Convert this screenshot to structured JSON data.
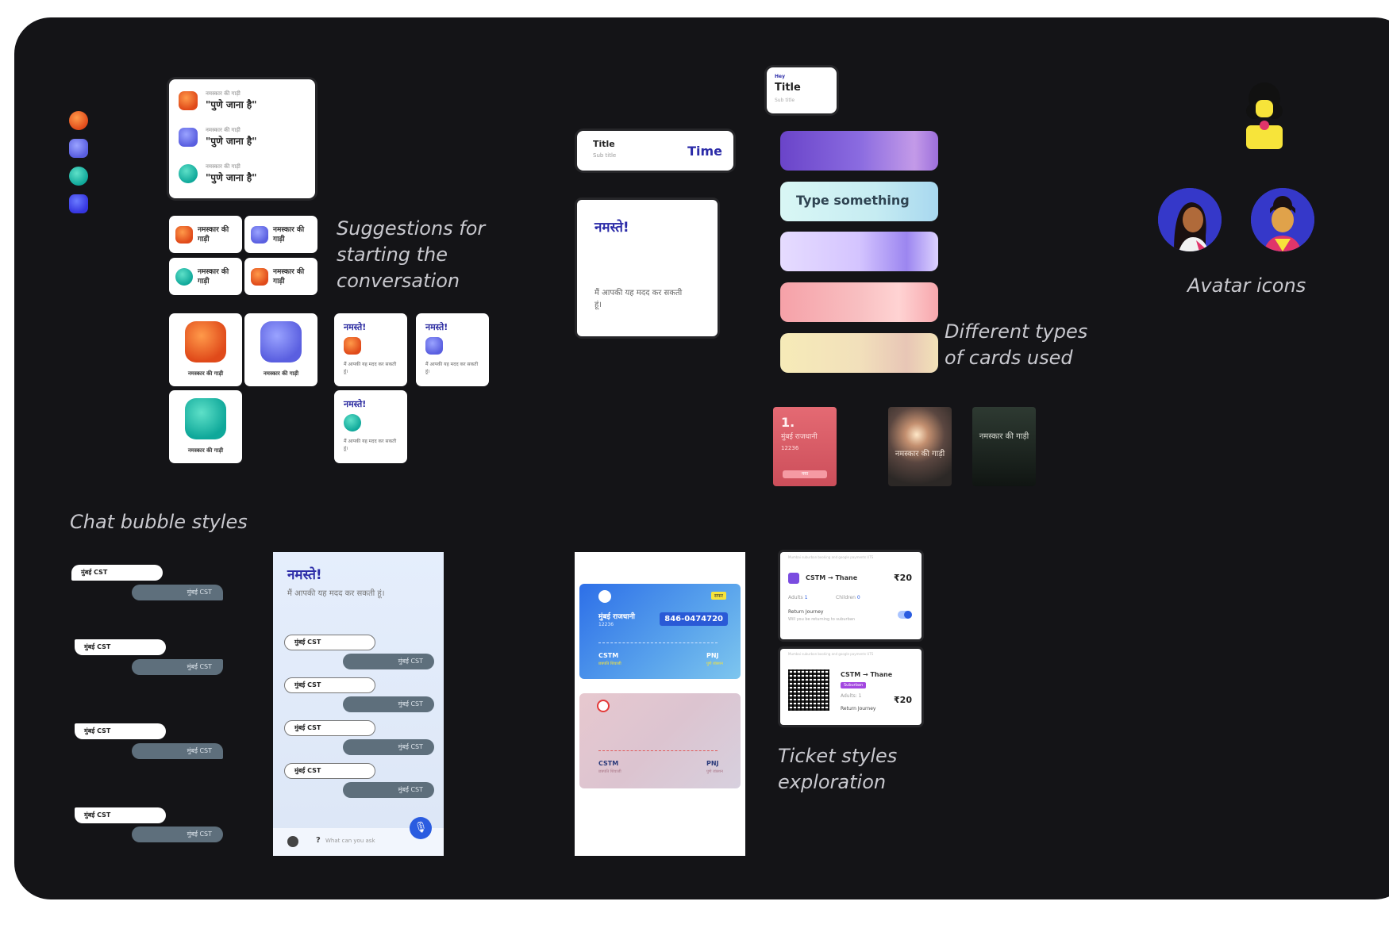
{
  "captions": {
    "suggestions": "Suggestions for\nstarting the\nconversation",
    "cards": "Different types\nof cards used",
    "avatars": "Avatar icons",
    "chat": "Chat bubble styles",
    "tickets": "Ticket styles\nexploration"
  },
  "icon_dots": [
    "map-pin-icon",
    "train-icon",
    "globe-icon",
    "chat-icon"
  ],
  "suggestion_list": {
    "items": [
      {
        "small": "नमस्कार की गाड़ी",
        "main": "\"पुणे जाना है\"",
        "icon": "map-pin-icon"
      },
      {
        "small": "नमस्कार की गाड़ी",
        "main": "\"पुणे जाना है\"",
        "icon": "train-icon"
      },
      {
        "small": "नमस्कार की गाड़ी",
        "main": "\"पुणे जाना है\"",
        "icon": "globe-icon"
      }
    ]
  },
  "chips": [
    {
      "label": "नमस्कार की गाड़ी",
      "icon": "map-pin-icon"
    },
    {
      "label": "नमस्कार की गाड़ी",
      "icon": "train-icon"
    },
    {
      "label": "नमस्कार की गाड़ी",
      "icon": "globe-icon"
    },
    {
      "label": "नमस्कार की गाड़ी",
      "icon": "map-pin-icon"
    }
  ],
  "big_tiles": [
    {
      "label": "नमस्कार की गाड़ी",
      "icon": "map-pin-icon"
    },
    {
      "label": "नमस्कार की गाड़ी",
      "icon": "train-icon"
    },
    {
      "label": "नमस्कार की गाड़ी",
      "icon": "globe-icon"
    }
  ],
  "mini_cards": [
    {
      "title": "नमस्ते!",
      "text": "मैं आपकी यह मदद कर सकती हूं।",
      "icon": "map-pin-icon"
    },
    {
      "title": "नमस्ते!",
      "text": "मैं आपकी यह मदद कर सकती हूं।",
      "icon": "train-icon"
    },
    {
      "title": "नमस्ते!",
      "text": "मैं आपकी यह मदद कर सकती हूं।",
      "icon": "globe-icon"
    }
  ],
  "small_title_card": {
    "hey": "Hey",
    "title": "Title",
    "subtitle": "Sub title"
  },
  "title_time_card": {
    "title": "Title",
    "subtitle": "Sub title",
    "time": "Time"
  },
  "greeting_card": {
    "title": "नमस्ते!",
    "text": "मैं आपकी यह मदद कर सकती हूं।"
  },
  "input_card": {
    "placeholder": "Type something"
  },
  "gradient_cards": {
    "colors": [
      "#7a55d6",
      "#cfeef3",
      "#d9c8ff",
      "#f7aab0",
      "#f5e6b8"
    ]
  },
  "story_cards": [
    {
      "number": "1.",
      "text": "मुंबई राजधानी",
      "sub": "12236",
      "badge": "नया"
    },
    {
      "text": "नमस्कार की गाड़ी"
    },
    {
      "text": "नमस्कार की गाड़ी"
    }
  ],
  "chat_groups": [
    {
      "left": "मुंबई CST",
      "right": "मुंबई CST"
    },
    {
      "left": "मुंबई CST",
      "right": "मुंबई CST"
    },
    {
      "left": "मुंबई CST",
      "right": "मुंबई CST"
    },
    {
      "left": "मुंबई CST",
      "right": "मुंबई CST"
    }
  ],
  "phone": {
    "title": "नमस्ते!",
    "subtitle": "मैं आपकी यह मदद कर सकती हूं।",
    "bubbles": [
      {
        "left": "मुंबई CST",
        "right": "मुंबई CST"
      },
      {
        "left": "मुंबई CST",
        "right": "मुंबई CST"
      },
      {
        "left": "मुंबई CST",
        "right": "मुंबई CST"
      },
      {
        "left": "मुंबई CST",
        "right": "मुंबई CST"
      }
    ],
    "input_placeholder": "What can you ask",
    "question_mark": "?"
  },
  "ticket_blue": {
    "tag": "सफर",
    "train": "मुंबई राजधानी",
    "train_no": "12236",
    "pnr": "846-0474720",
    "from": "CSTM",
    "to": "PNJ",
    "from_sub": "छत्रपति शिवाजी",
    "to_sub": "पुणे जंक्शन"
  },
  "ticket_pink": {
    "from": "CSTM",
    "to": "PNJ",
    "from_sub": "छत्रपति शिवाजी",
    "to_sub": "पुणे जंक्शन"
  },
  "ticket_white1": {
    "header": "Mumbai suburban booking and google payments UTS",
    "route": "CSTM → Thane",
    "price": "₹20",
    "adults": "Adults",
    "adults_count": "1",
    "children": "Children",
    "children_count": "0",
    "return": "Return Journey",
    "return_sub": "Will you be returning to suburban"
  },
  "ticket_white2": {
    "header": "Mumbai suburban booking and google payments UTS",
    "route": "CSTM → Thane",
    "tag": "Suburban",
    "adults": "Adults: 1",
    "return": "Return Journey",
    "price": "₹20"
  }
}
